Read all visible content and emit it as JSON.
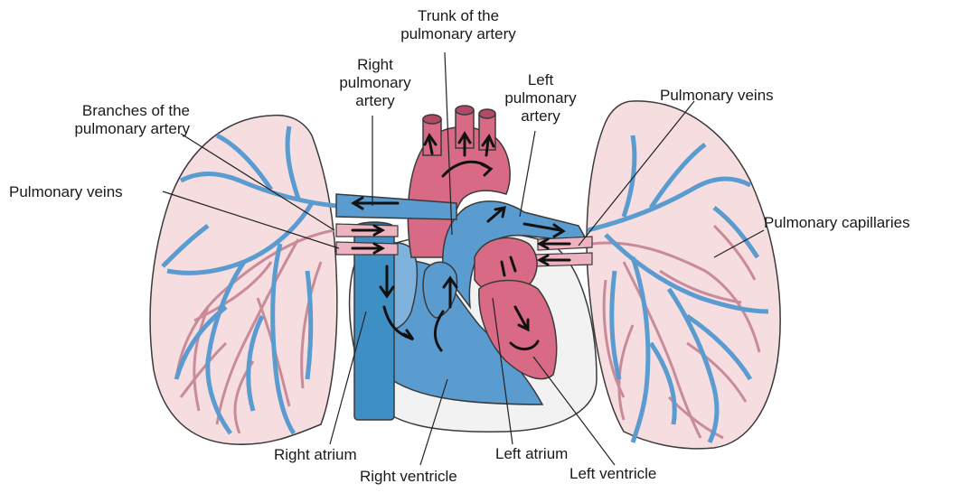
{
  "diagram": {
    "labels": {
      "trunk": "Trunk of the\npulmonary artery",
      "right_pulmonary_artery": "Right\npulmonary\nartery",
      "left_pulmonary_artery": "Left\npulmonary\nartery",
      "branches": "Branches of the\npulmonary artery",
      "pulmonary_veins_left": "Pulmonary veins",
      "pulmonary_veins_right": "Pulmonary veins",
      "pulmonary_capillaries": "Pulmonary capillaries",
      "right_atrium": "Right atrium",
      "right_ventricle": "Right ventricle",
      "left_atrium": "Left atrium",
      "left_ventricle": "Left ventricle"
    },
    "colors": {
      "deoxygenated": "#5a9bd0",
      "deoxygenated_light": "#a9cbe8",
      "oxygenated": "#d96a86",
      "oxygenated_light": "#eeb3c0",
      "lung_fill": "#f6dde0",
      "outline": "#3a3a3a",
      "pericardium": "#f2f2f2"
    }
  }
}
